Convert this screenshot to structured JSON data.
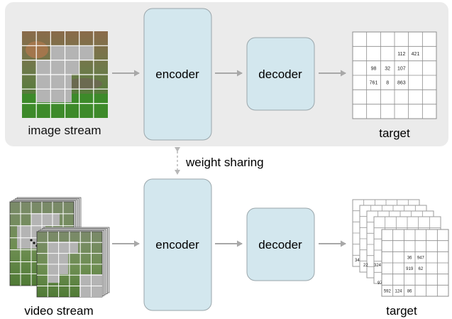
{
  "top": {
    "input_label": "image stream",
    "encoder_label": "encoder",
    "decoder_label": "decoder",
    "target_label": "target",
    "target_grid": [
      [
        "",
        "",
        "",
        "",
        "",
        ""
      ],
      [
        "",
        "",
        "",
        "112",
        "421",
        ""
      ],
      [
        "",
        "98",
        "32",
        "107",
        "",
        ""
      ],
      [
        "",
        "761",
        "8",
        "863",
        "",
        ""
      ],
      [
        "",
        "",
        "",
        "",
        "",
        ""
      ],
      [
        "",
        "",
        "",
        "",
        "",
        ""
      ]
    ]
  },
  "middle": {
    "weight_sharing_label": "weight sharing"
  },
  "bottom": {
    "input_label": "video stream",
    "encoder_label": "encoder",
    "decoder_label": "decoder",
    "target_label": "target",
    "back_grid_values": [
      "34",
      "22",
      "324",
      "97"
    ],
    "front_grid": [
      [
        "",
        "",
        "",
        "",
        "",
        ""
      ],
      [
        "",
        "",
        "",
        "",
        "",
        ""
      ],
      [
        "",
        "",
        "36",
        "947",
        "",
        ""
      ],
      [
        "",
        "",
        "919",
        "62",
        "",
        ""
      ],
      [
        "",
        "",
        "",
        "",
        "",
        ""
      ],
      [
        "592",
        "124",
        "86",
        "",
        "",
        ""
      ]
    ]
  },
  "colors": {
    "panel_bg": "#ebebeb",
    "box_fill": "#d3e7ee",
    "box_stroke": "#9aa6ab",
    "arrow": "#a8a8a8",
    "mask_gray": "#b4b4b4"
  }
}
